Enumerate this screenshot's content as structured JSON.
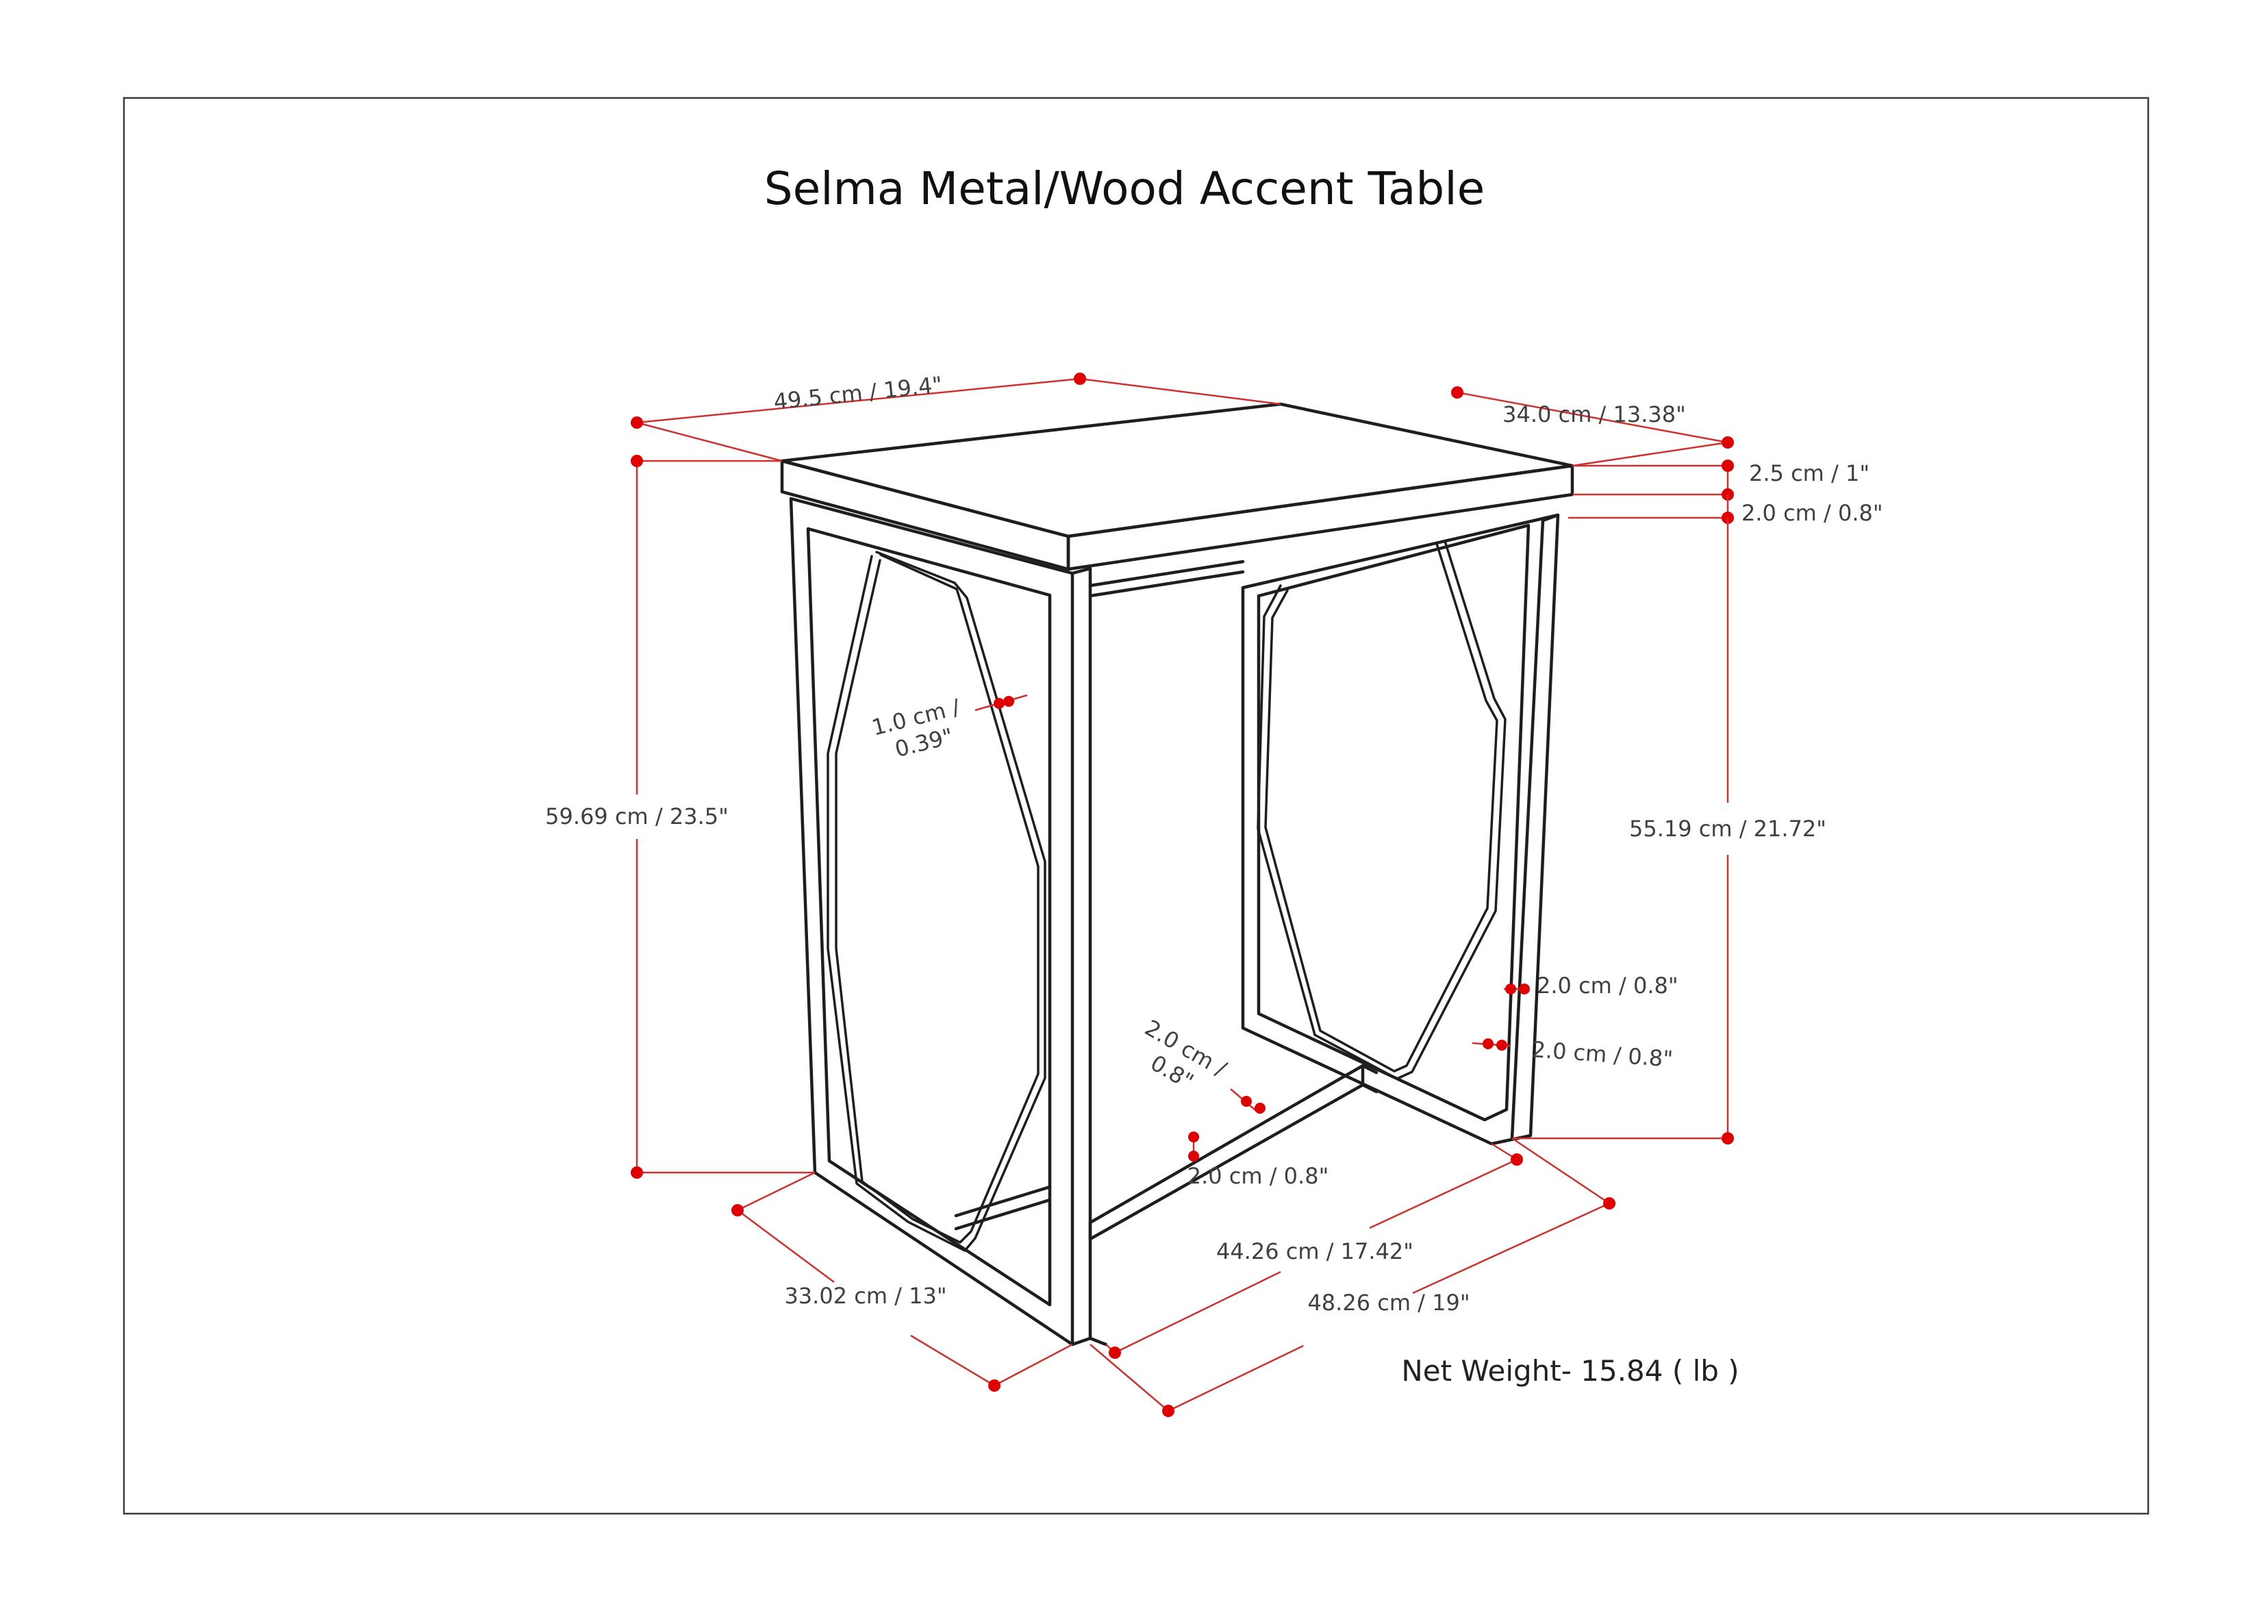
{
  "title": "Selma Metal/Wood Accent Table",
  "net_weight": "Net Weight- 15.84 ( lb )",
  "colors": {
    "dimension_line": "#cf3030",
    "dimension_dot": "#e00000",
    "drawing_line": "#1e1e1e",
    "frame": "#3a3a3a"
  },
  "dimensions": {
    "top_width": "49.5 cm / 19.4\"",
    "top_depth": "34.0 cm / 13.38\"",
    "top_thickness": "2.5 cm / 1\"",
    "apron_height": "2.0 cm / 0.8\"",
    "total_height": "59.69 cm / 23.5\"",
    "leg_height": "55.19 cm / 21.72\"",
    "rod_thickness_line1": "1.0 cm /",
    "rod_thickness_line2": "0.39\"",
    "leg_width": "2.0 cm / 0.8\"",
    "leg_depth": "2.0 cm / 0.8\"",
    "base_bar_line1": "2.0 cm /",
    "base_bar_line2": "0.8\"",
    "base_bar_height": "2.0 cm / 0.8\"",
    "base_depth": "33.02 cm / 13\"",
    "base_inner_width": "44.26 cm / 17.42\"",
    "base_width": "48.26 cm / 19\""
  }
}
